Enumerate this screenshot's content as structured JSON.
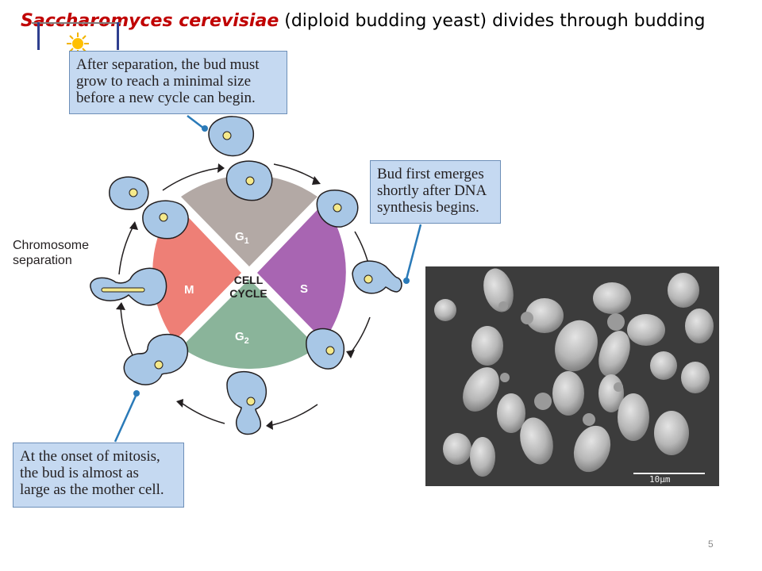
{
  "title": {
    "species": "Saccharomyces cerevisiae",
    "rest": " (diploid budding yeast) divides through budding"
  },
  "callouts": {
    "top": [
      "After separation, the bud must",
      "grow to reach a minimal size",
      "before a new cycle can begin."
    ],
    "right": [
      "Bud first emerges",
      "shortly after DNA",
      "synthesis begins."
    ],
    "bottom": [
      "At the onset of mitosis,",
      "the bud is almost as",
      "large as the mother cell."
    ]
  },
  "chromosome_label": [
    "Chromosome",
    "separation"
  ],
  "cycle_center": [
    "CELL",
    "CYCLE"
  ],
  "phases": {
    "g1": "G1",
    "s": "S",
    "m": "M",
    "g2": "G2"
  },
  "micrograph": {
    "scale_label": "10μm"
  },
  "page_number": "5",
  "colors": {
    "title_species": "#c00000",
    "callout_fill": "#c5d9f1",
    "g1": "#b3a9a5",
    "s": "#a865b2",
    "m": "#ee7f76",
    "g2": "#8ab49a",
    "cell_fill": "#a8c7e6",
    "nucleus": "#f5e98a",
    "leader_line": "#2a7ab8"
  },
  "icons": [
    "sun-icon",
    "cycle-arrow-icon"
  ]
}
